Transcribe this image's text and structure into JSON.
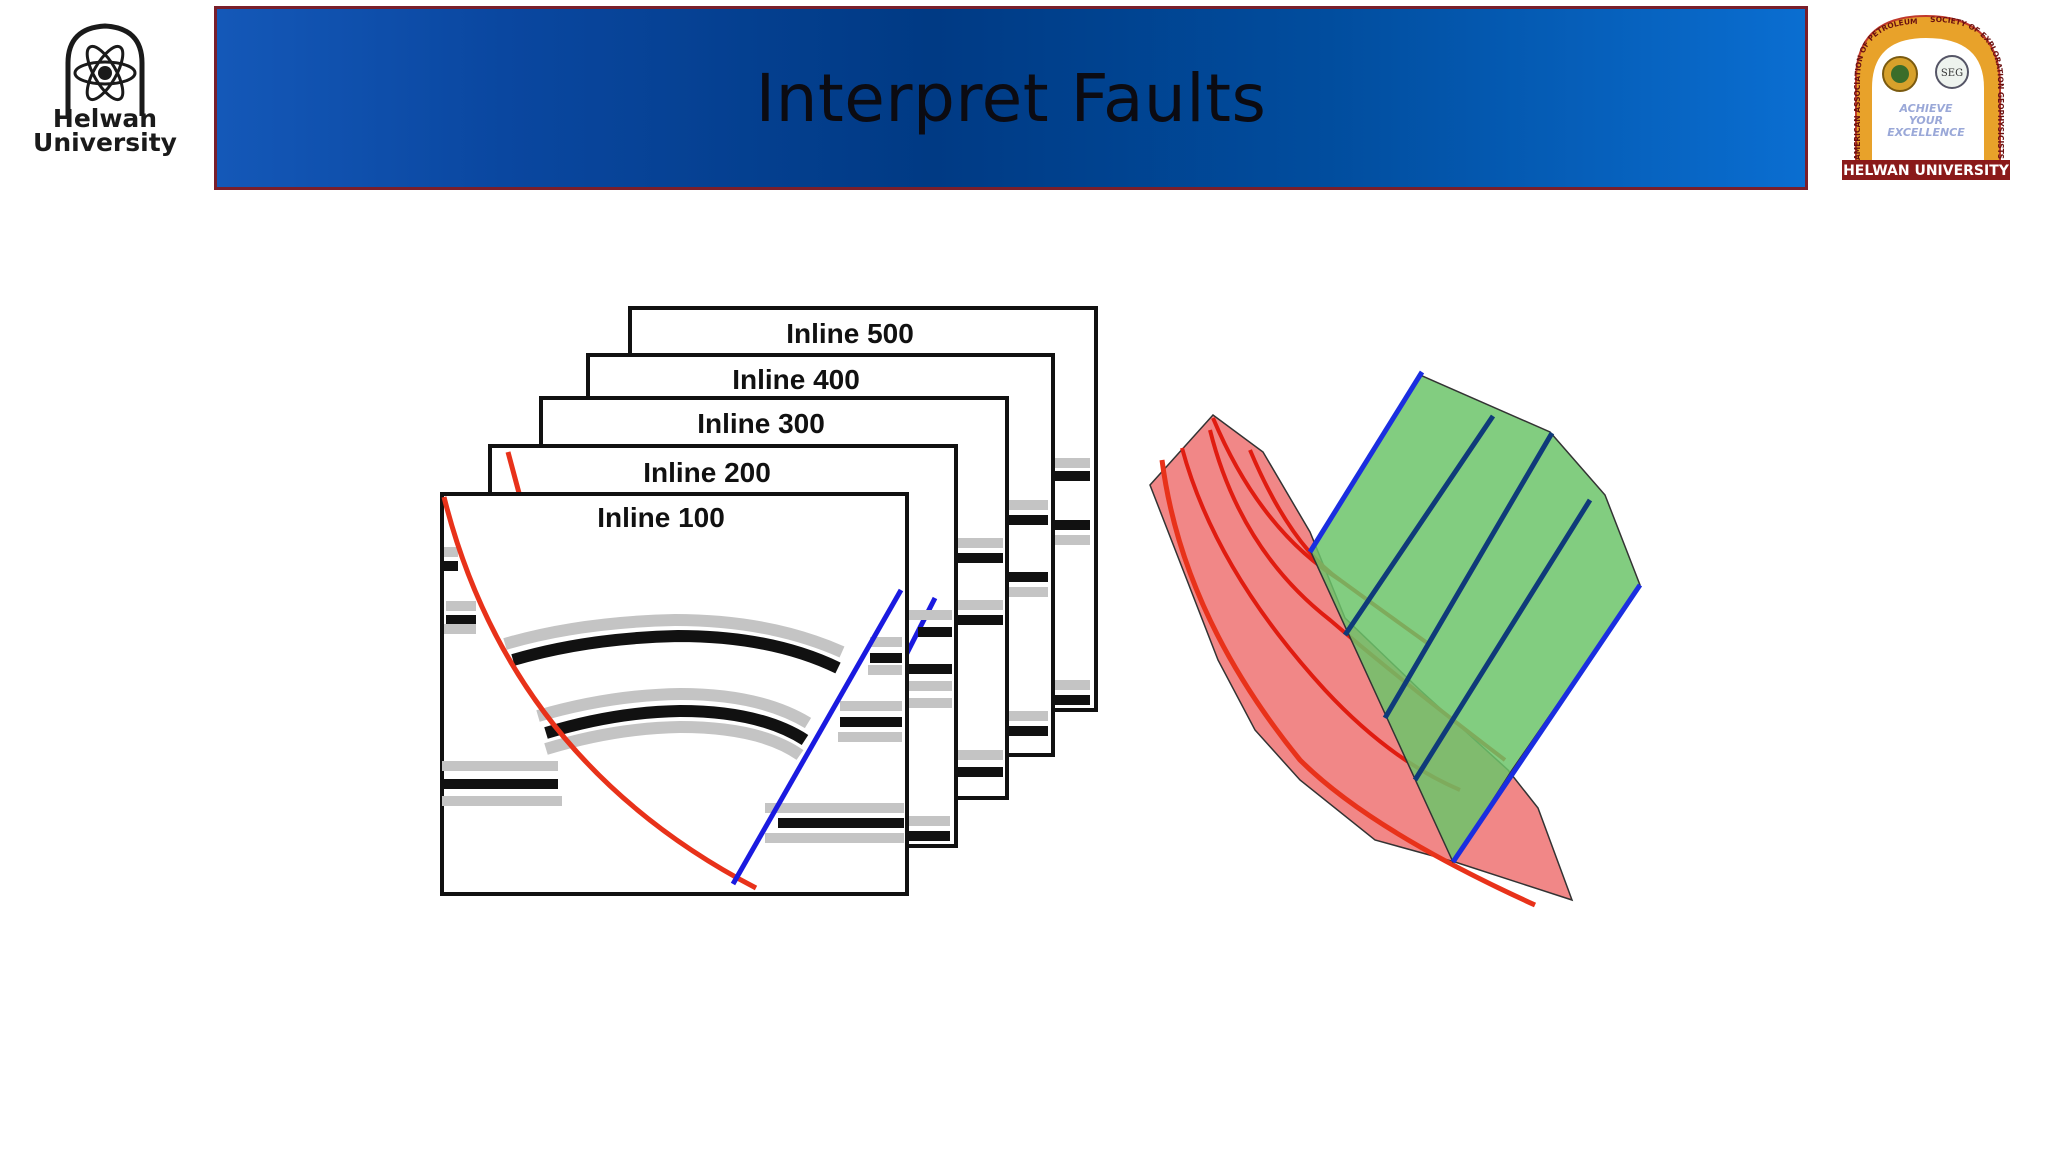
{
  "title": "Interpret Faults",
  "left_logo": {
    "line1": "Helwan",
    "line2": "University"
  },
  "right_logo": {
    "arc_left": "AMERICAN ASSOCIATION OF PETROLEUM GEOLOGISTS",
    "arc_right": "SOCIETY OF EXPLORATION GEOPHYSICISTS",
    "motto": [
      "ACHIEVE",
      "YOUR",
      "EXCELLENCE"
    ],
    "emblem": "SEG",
    "footer": "HELWAN UNIVERSITY"
  },
  "inlines": [
    {
      "label": "Inline 100"
    },
    {
      "label": "Inline 200"
    },
    {
      "label": "Inline 300"
    },
    {
      "label": "Inline 400"
    },
    {
      "label": "Inline 500"
    }
  ],
  "colors": {
    "fault_red": "#e8321a",
    "fault_blue": "#1a1ae0",
    "red_surface": "#f07a7a",
    "green_surface": "#7cc47a",
    "banner_border": "#7a1f2b"
  }
}
